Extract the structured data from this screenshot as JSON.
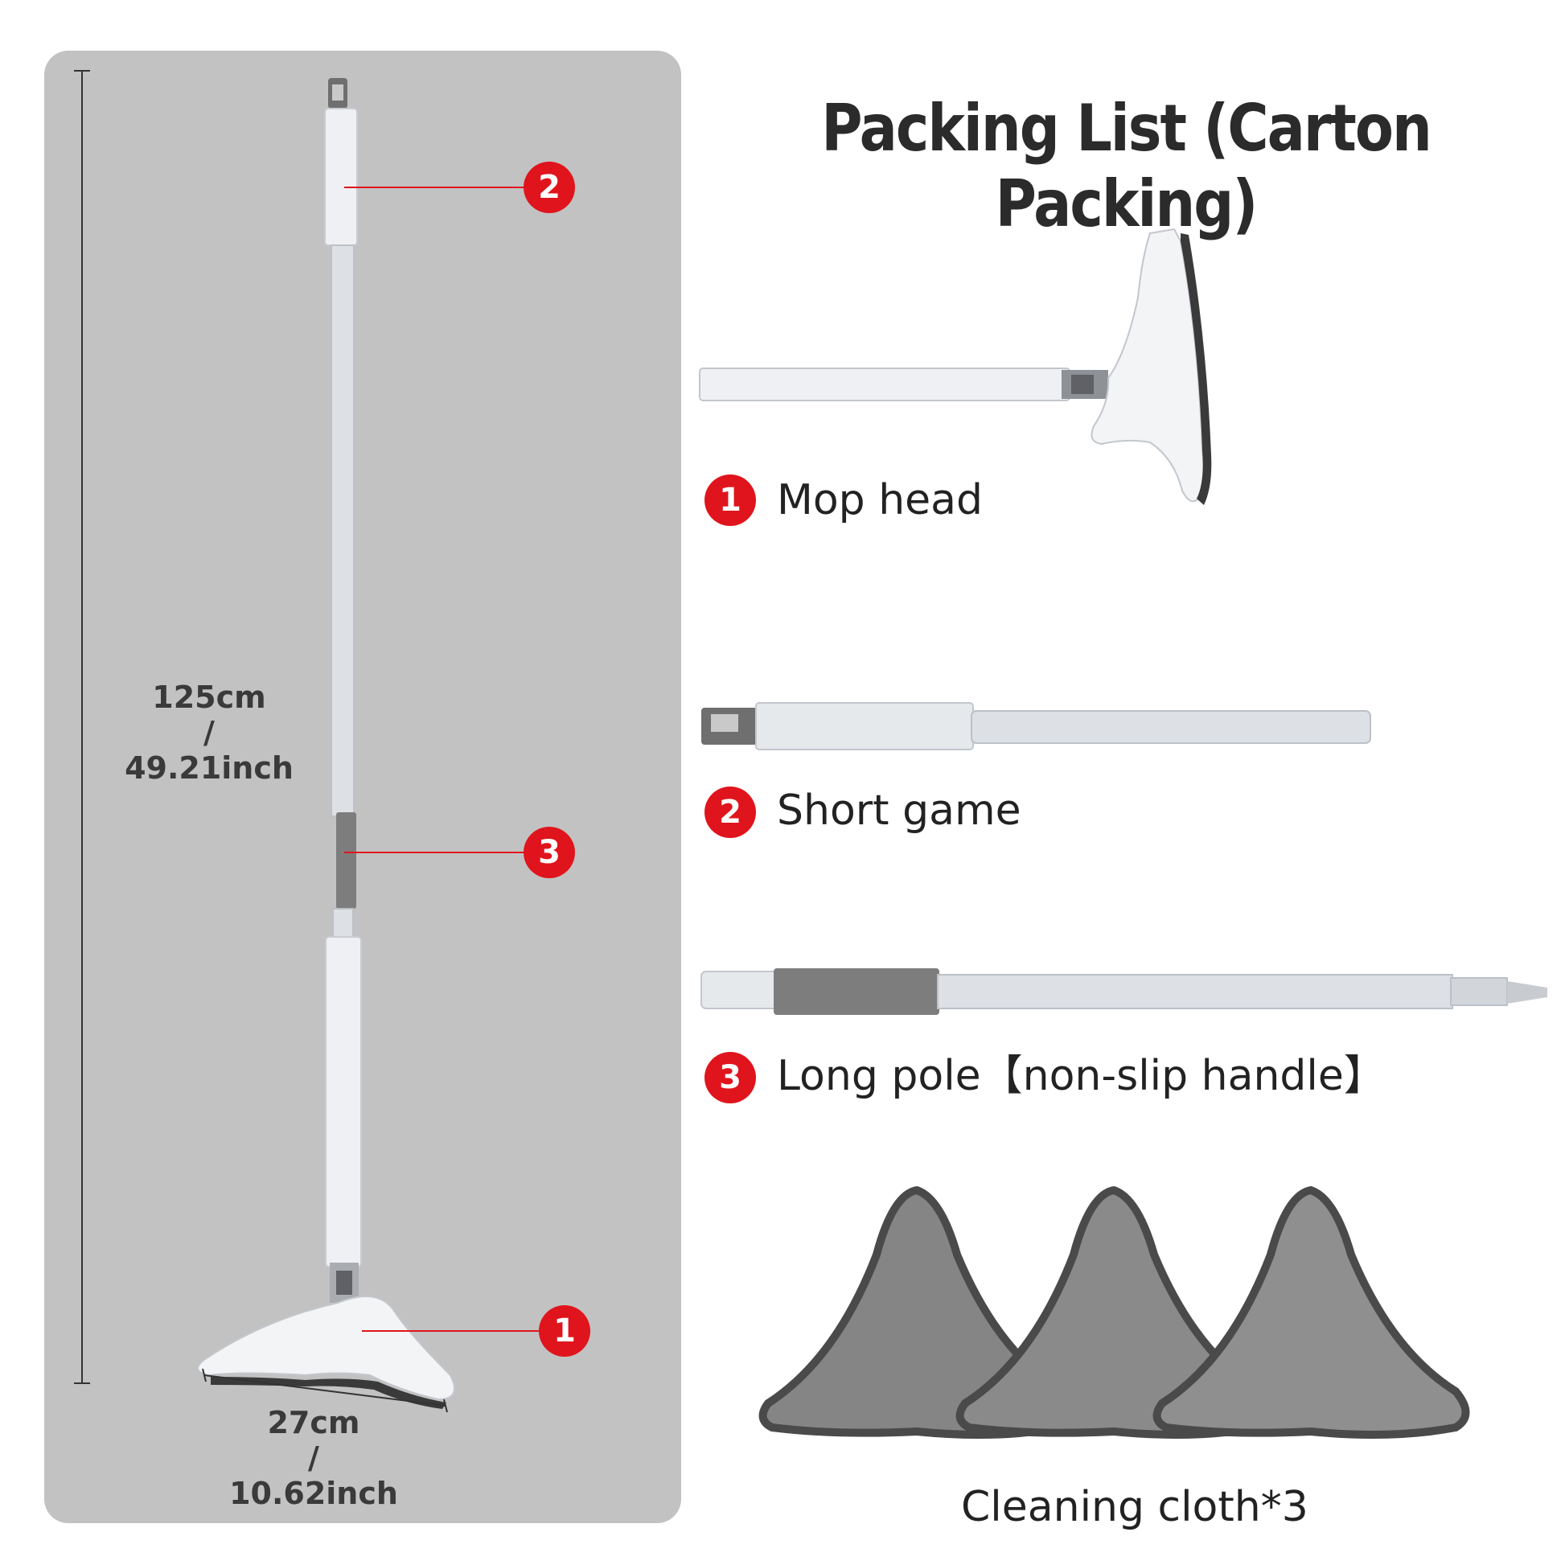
{
  "title": "Packing List (Carton Packing)",
  "dimensions": {
    "height_cm": "125cm",
    "separator": "/",
    "height_inch": "49.21inch",
    "width_cm": "27cm",
    "width_inch": "10.62inch"
  },
  "callouts": [
    "2",
    "3",
    "1"
  ],
  "items": [
    {
      "number": "1",
      "label": "Mop head"
    },
    {
      "number": "2",
      "label": "Short game"
    },
    {
      "number": "3",
      "label": "Long pole【non-slip handle】"
    }
  ],
  "cloth_label": "Cleaning cloth*3",
  "colors": {
    "accent_red": "#e0141c",
    "panel_gray": "#c2c2c2",
    "pole_gray": "#dde1e6",
    "grip_gray": "#7d7d7d"
  }
}
